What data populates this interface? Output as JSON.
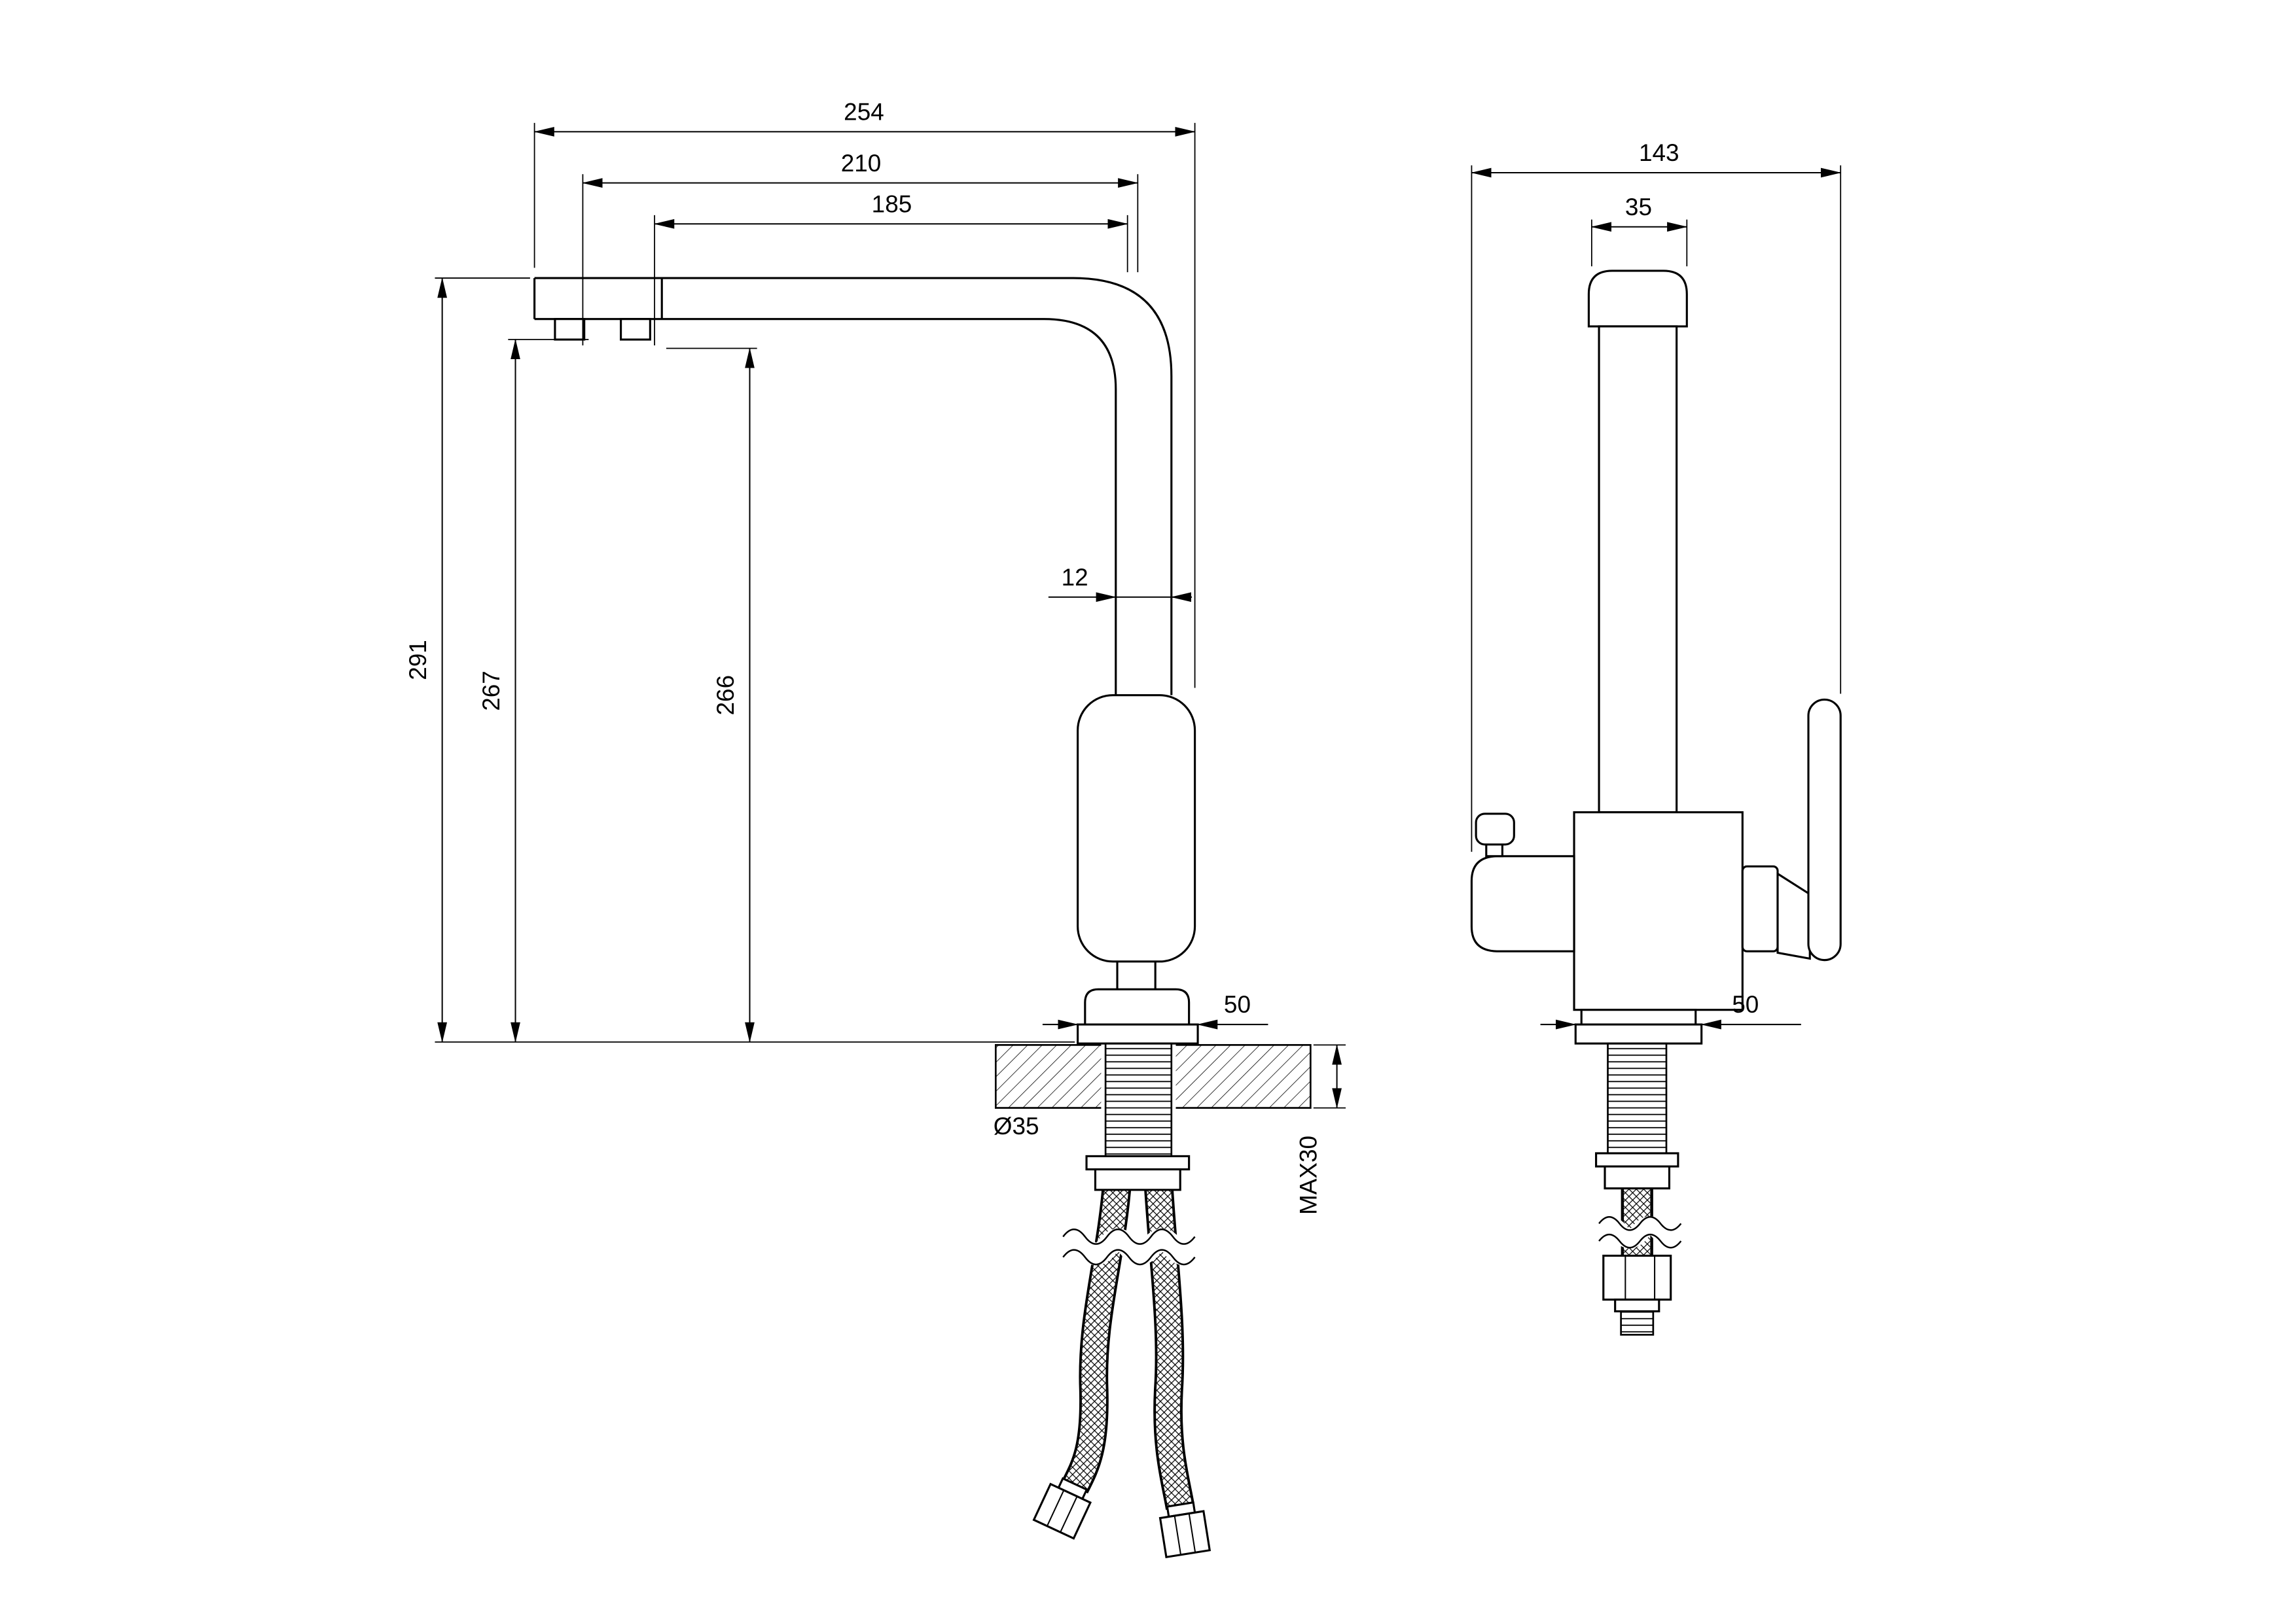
{
  "dims": {
    "front": {
      "overall_width": "254",
      "spout_reach": "210",
      "aerator_reach": "185",
      "overall_height": "291",
      "aerator_height": "267",
      "spout_height": "266",
      "pipe_width": "12",
      "base_width": "50",
      "hole_diameter": "Ø35",
      "max_countertop": "MAX30"
    },
    "side": {
      "overall_depth": "143",
      "body_width": "35",
      "base_width": "50"
    }
  }
}
